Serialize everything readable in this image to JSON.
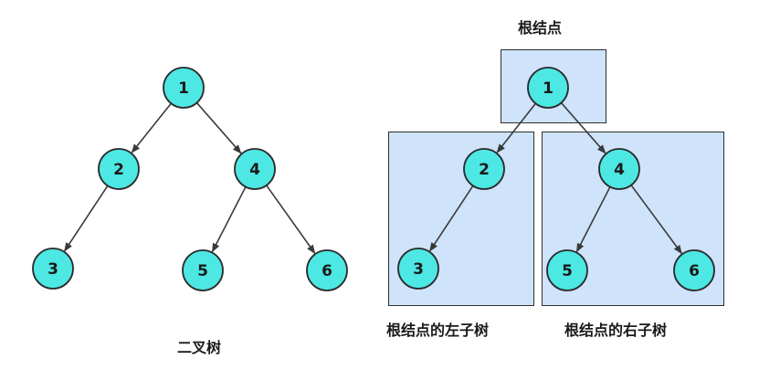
{
  "left_diagram": {
    "caption": "二叉树",
    "nodes": [
      {
        "id": "n1",
        "label": "1"
      },
      {
        "id": "n2",
        "label": "2"
      },
      {
        "id": "n4",
        "label": "4"
      },
      {
        "id": "n3",
        "label": "3"
      },
      {
        "id": "n5",
        "label": "5"
      },
      {
        "id": "n6",
        "label": "6"
      }
    ],
    "edges": [
      [
        "n1",
        "n2"
      ],
      [
        "n1",
        "n4"
      ],
      [
        "n2",
        "n3"
      ],
      [
        "n4",
        "n5"
      ],
      [
        "n4",
        "n6"
      ]
    ]
  },
  "right_diagram": {
    "root_label": "根结点",
    "left_subtree_label": "根结点的左子树",
    "right_subtree_label": "根结点的右子树",
    "nodes": [
      {
        "id": "r1",
        "label": "1"
      },
      {
        "id": "r2",
        "label": "2"
      },
      {
        "id": "r4",
        "label": "4"
      },
      {
        "id": "r3",
        "label": "3"
      },
      {
        "id": "r5",
        "label": "5"
      },
      {
        "id": "r6",
        "label": "6"
      }
    ],
    "edges": [
      [
        "r1",
        "r2"
      ],
      [
        "r1",
        "r4"
      ],
      [
        "r2",
        "r3"
      ],
      [
        "r4",
        "r5"
      ],
      [
        "r4",
        "r6"
      ]
    ]
  },
  "colors": {
    "node_fill": "#4de8e3",
    "node_stroke": "#2b2b2b",
    "edge": "#3a3a3a",
    "box_fill": "#cfe3fb"
  }
}
